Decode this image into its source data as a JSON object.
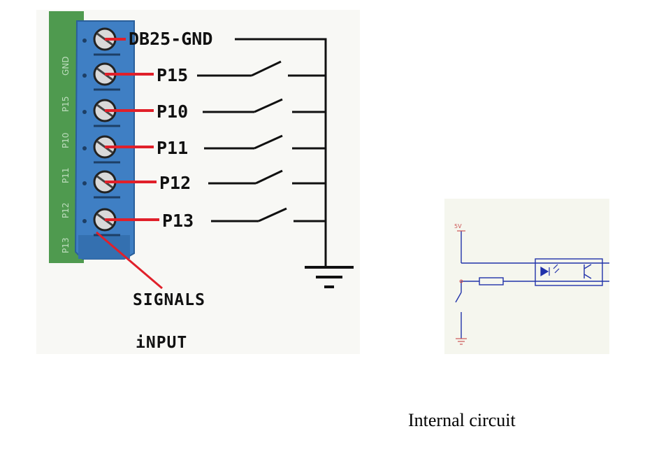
{
  "terminal": {
    "pins": [
      {
        "label": "DB25-GND",
        "switched": false
      },
      {
        "label": "P15",
        "switched": true
      },
      {
        "label": "P10",
        "switched": true
      },
      {
        "label": "P11",
        "switched": true
      },
      {
        "label": "P12",
        "switched": true
      },
      {
        "label": "P13",
        "switched": true
      }
    ],
    "silkscreen": [
      "GND",
      "P15",
      "P10",
      "P11",
      "P12",
      "P13"
    ]
  },
  "annotation": {
    "line1": "SIGNALS",
    "line2": "iNPUT"
  },
  "circuit": {
    "supply_label": "5V"
  },
  "caption": "Internal circuit",
  "colors": {
    "terminal_block": "#3f7fc4",
    "pcb": "#4f9a4f",
    "leader_line": "#e0202a",
    "wire": "#111111",
    "circuit_line": "#2233aa",
    "circuit_accent": "#cc5555"
  }
}
